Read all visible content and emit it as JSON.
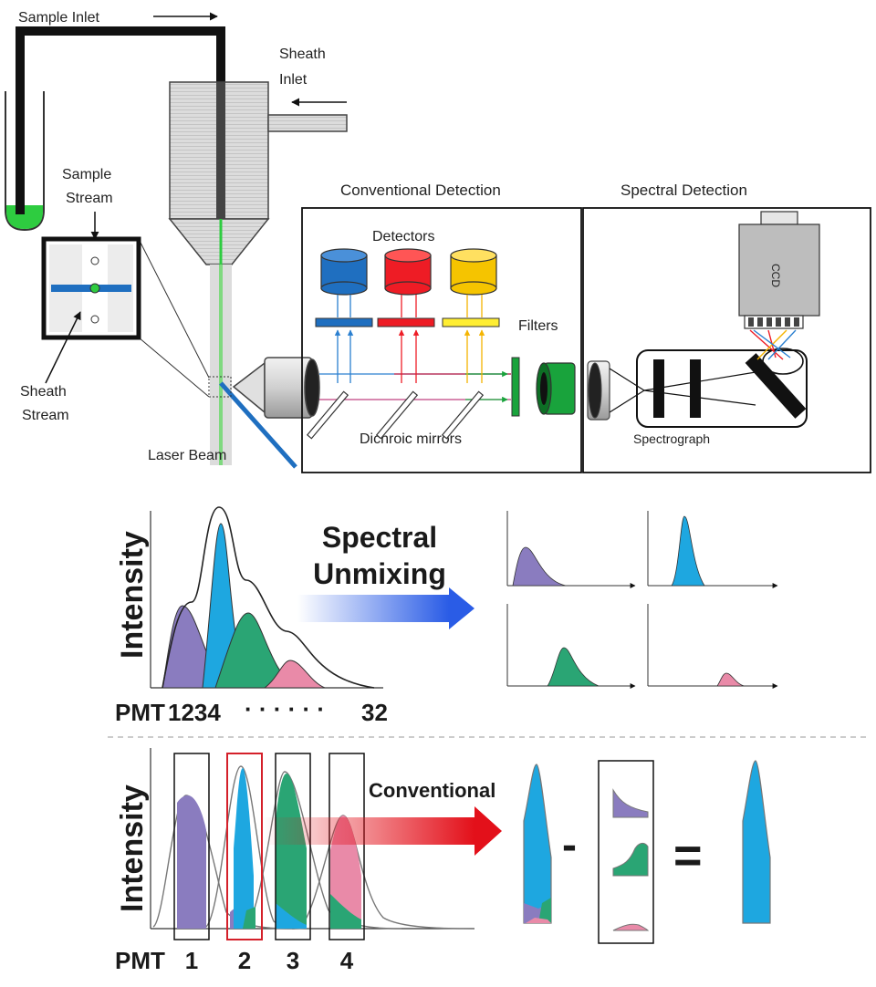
{
  "labels": {
    "sample_inlet": "Sample Inlet",
    "sheath": "Sheath",
    "inlet": "Inlet",
    "sample_line1": "Sample",
    "sample_line2": "Stream",
    "sheath_line1": "Sheath",
    "sheath_line2": "Stream",
    "laser_beam": "Laser Beam",
    "conventional_detection": "Conventional Detection",
    "spectral_detection": "Spectral Detection",
    "detectors": "Detectors",
    "filters": "Filters",
    "dichroic_mirrors": "Dichroic mirrors",
    "spectrograph": "Spectrograph",
    "ccd": "CCD"
  },
  "middle": {
    "ylabel": "Intensity",
    "arrow_line1": "Spectral",
    "arrow_line2": "Unmixing",
    "pmt_label": "PMT",
    "pmt_start": "1234",
    "pmt_dots": "· · · · · ·",
    "pmt_end": "32"
  },
  "bottom": {
    "ylabel": "Intensity",
    "arrow_label": "Conventional",
    "minus": "-",
    "equals": "=",
    "pmt_label": "PMT",
    "pmt_numbers": [
      "1",
      "2",
      "3",
      "4"
    ]
  },
  "colors": {
    "purple": "#8a7cbf",
    "blue": "#1ea7e0",
    "green": "#2aa574",
    "pink": "#e98aa8",
    "detector_blue": "#1f6fc0",
    "detector_red": "#ee1c25",
    "detector_yellow": "#f5c400",
    "lens_green": "#19a33c",
    "arrow_red": "#e3101a",
    "arrow_blue": "#2a5ce6",
    "sample_green": "#2ecc40"
  }
}
